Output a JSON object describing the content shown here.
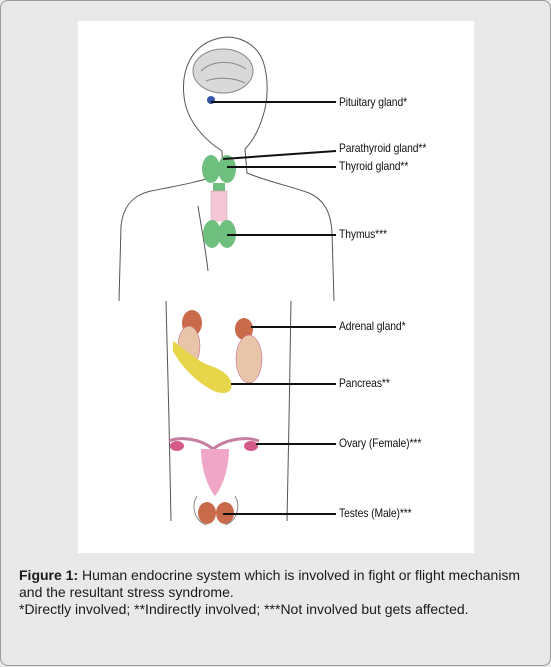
{
  "labels": {
    "pituitary": "Pituitary gland*",
    "parathyroid": "Parathyroid gland**",
    "thyroid": "Thyroid gland**",
    "thymus": "Thymus***",
    "adrenal": "Adrenal gland*",
    "pancreas": "Pancreas**",
    "ovary": "Ovary (Female)***",
    "testes": "Testes (Male)***"
  },
  "caption": {
    "figure_label": "Figure 1:",
    "text": "Human endocrine system which is involved in fight or flight mechanism and the resultant stress syndrome.",
    "legend": "*Directly involved; **Indirectly involved; ***Not involved but gets affected."
  }
}
